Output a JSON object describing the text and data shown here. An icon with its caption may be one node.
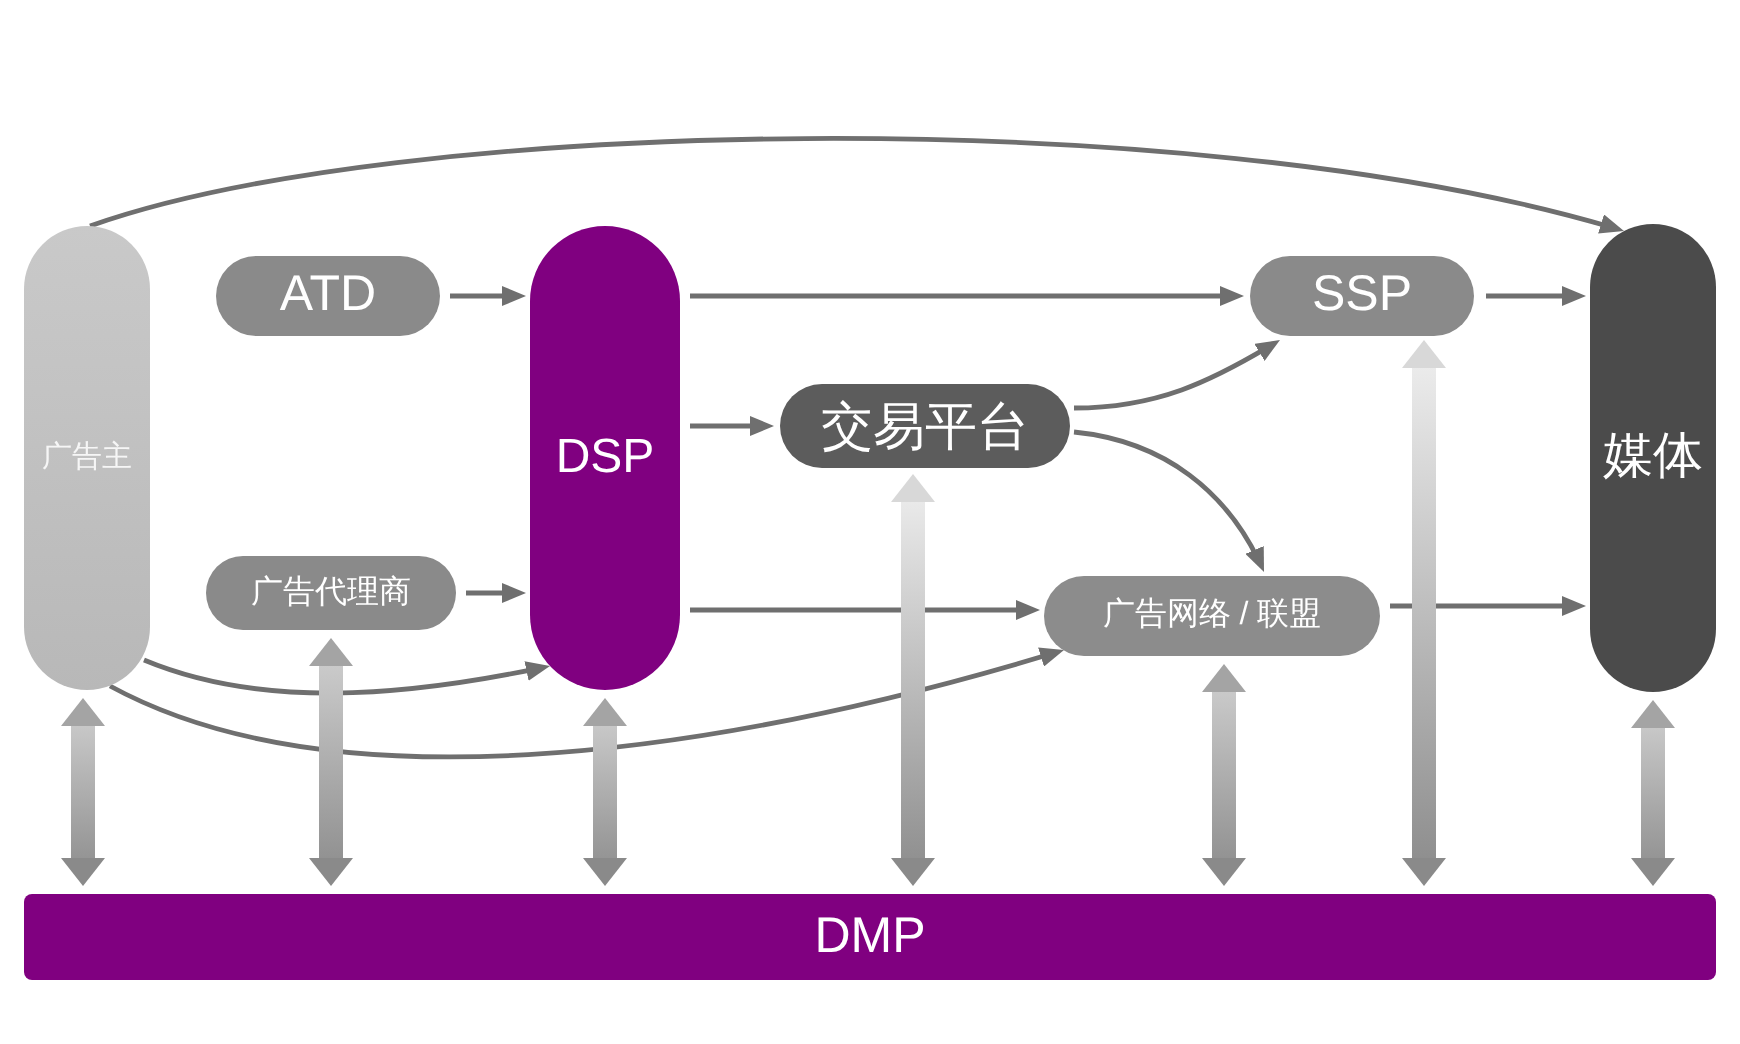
{
  "diagram": {
    "nodes": [
      {
        "text": [
          "广告主"
        ]
      },
      {
        "text": [
          "ATD"
        ]
      },
      {
        "text": [
          "DSP"
        ]
      },
      {
        "text": [
          "交易平台"
        ]
      },
      {
        "text": [
          "SSP"
        ]
      },
      {
        "text": [
          "媒体"
        ]
      },
      {
        "text": [
          "广告代理商"
        ]
      },
      {
        "text": [
          "广告网络 / 联盟"
        ]
      },
      {
        "text": [
          "DMP"
        ]
      }
    ],
    "edges": [
      {
        "from": 0,
        "to": 5,
        "arrow": "to"
      },
      {
        "from": 1,
        "to": 2,
        "arrow": "to"
      },
      {
        "from": 2,
        "to": 4,
        "arrow": "to"
      },
      {
        "from": 4,
        "to": 5,
        "arrow": "to"
      },
      {
        "from": 2,
        "to": 3,
        "arrow": "to"
      },
      {
        "from": 3,
        "to": 4,
        "arrow": "to"
      },
      {
        "from": 3,
        "to": 7,
        "arrow": "to"
      },
      {
        "from": 6,
        "to": 2,
        "arrow": "to"
      },
      {
        "from": 2,
        "to": 7,
        "arrow": "to"
      },
      {
        "from": 7,
        "to": 5,
        "arrow": "to"
      },
      {
        "from": 0,
        "to": 2,
        "arrow": "to"
      },
      {
        "from": 0,
        "to": 7,
        "arrow": "to"
      },
      {
        "from": 0,
        "to": 8,
        "arrow": "both",
        "style": "thick"
      },
      {
        "from": 6,
        "to": 8,
        "arrow": "both",
        "style": "thick"
      },
      {
        "from": 2,
        "to": 8,
        "arrow": "both",
        "style": "thick"
      },
      {
        "from": 3,
        "to": 8,
        "arrow": "both",
        "style": "thick"
      },
      {
        "from": 7,
        "to": 8,
        "arrow": "both",
        "style": "thick"
      },
      {
        "from": 4,
        "to": 8,
        "arrow": "both",
        "style": "thick"
      },
      {
        "from": 5,
        "to": 8,
        "arrow": "both",
        "style": "thick"
      }
    ]
  }
}
